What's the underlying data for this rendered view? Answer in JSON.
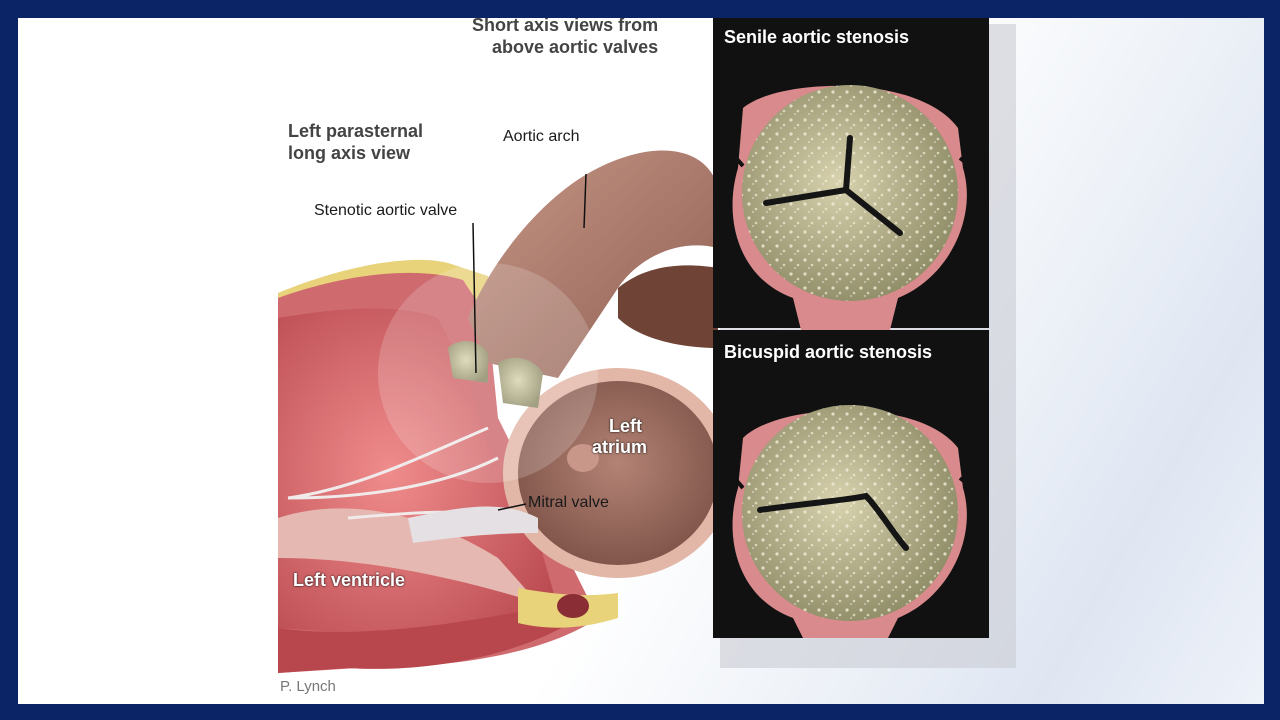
{
  "figure": {
    "header": {
      "short_axis_line1": "Short axis views from",
      "short_axis_line2": "above aortic valves",
      "long_axis_line1": "Left parasternal",
      "long_axis_line2": "long axis view"
    },
    "labels": {
      "aortic_arch": "Aortic arch",
      "stenotic_aortic_valve": "Stenotic aortic valve",
      "left_atrium_line1": "Left",
      "left_atrium_line2": "atrium",
      "mitral_valve": "Mitral valve",
      "left_ventricle": "Left ventricle"
    },
    "panels": {
      "top_title": "Senile aortic stenosis",
      "bottom_title": "Bicuspid aortic stenosis"
    },
    "credit": "P. Lynch"
  },
  "colors": {
    "frame": "#0a2466",
    "panel_bg": "#111111",
    "tissue": "#d97b80",
    "valve_calcified": "#b9b58e"
  }
}
